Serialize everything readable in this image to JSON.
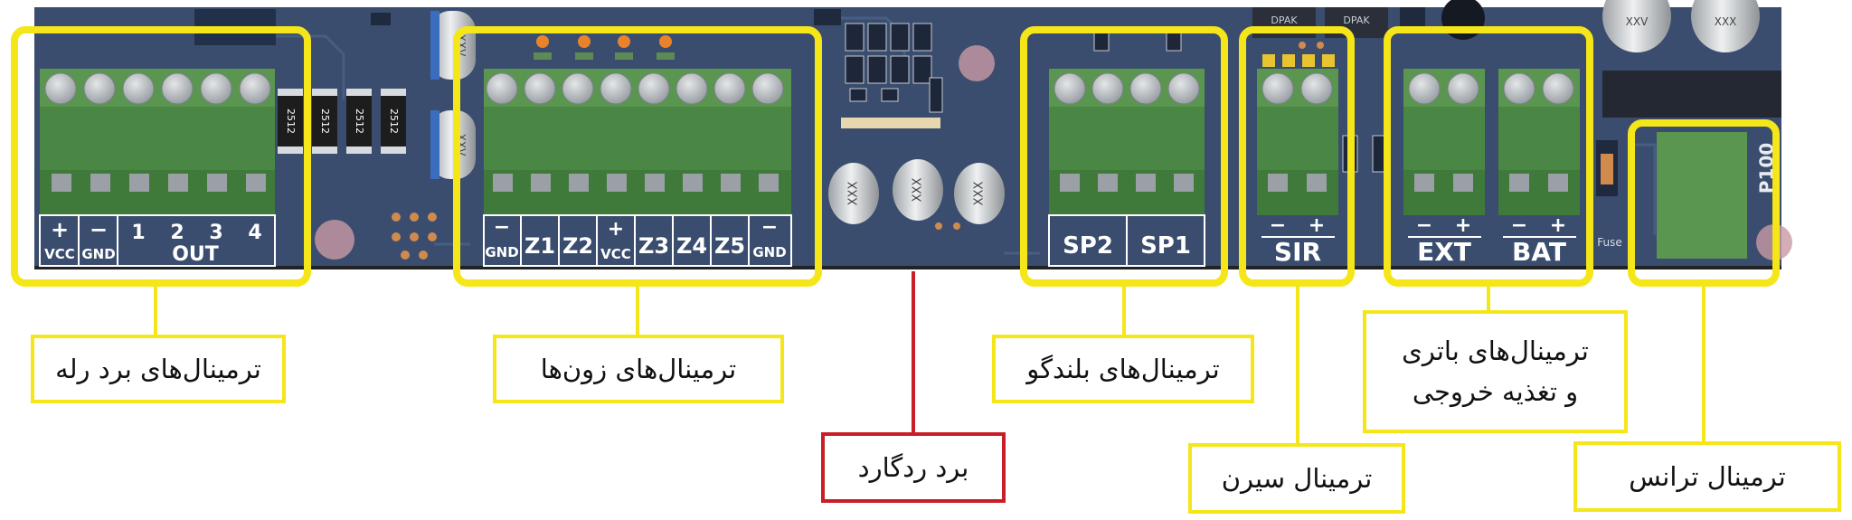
{
  "colors": {
    "highlight": "#f5e61a",
    "board_label": "#c81e28",
    "pcb": "#3a4d6e",
    "terminal_green": "#5a9650",
    "terminal_green_dark": "#3f7a3a",
    "screw": "#bfc4c8",
    "pad": "#d08a4e"
  },
  "pcb": {
    "relay": {
      "top_row": [
        "+",
        "−"
      ],
      "top_sub": [
        "VCC",
        "GND"
      ],
      "nums": [
        "1",
        "2",
        "3",
        "4"
      ],
      "out": "OUT"
    },
    "resistor_code": "2512",
    "zone_labels": [
      {
        "sign": "−",
        "text": "GND"
      },
      {
        "sign": "",
        "text": "Z1"
      },
      {
        "sign": "",
        "text": "Z2"
      },
      {
        "sign": "+",
        "text": "VCC"
      },
      {
        "sign": "",
        "text": "Z3"
      },
      {
        "sign": "",
        "text": "Z4"
      },
      {
        "sign": "",
        "text": "Z5"
      },
      {
        "sign": "−",
        "text": "GND"
      }
    ],
    "speaker_labels": [
      "SP2",
      "SP1"
    ],
    "siren_label": "SIR",
    "ext_label": "EXT",
    "bat_label": "BAT",
    "minus": "−",
    "plus": "+",
    "cap_text": "XXX",
    "top_cap_text": "XXV",
    "top_cap_text2": "XXX",
    "dpak": "DPAK",
    "trans_label": "P100",
    "fuse_label": "Fuse"
  },
  "labels": {
    "relay": "ترمینال‌های برد رله",
    "zones": "ترمینال‌های زون‌ها",
    "board": "برد ردگارد",
    "speaker": "ترمینال‌های بلندگو",
    "siren": "ترمینال سیرن",
    "battery_line1": "ترمینال‌های باتری",
    "battery_line2": "و تغذیه خروجی",
    "trans": "ترمینال ترانس"
  }
}
